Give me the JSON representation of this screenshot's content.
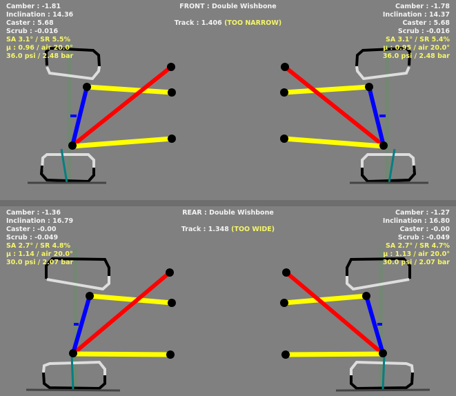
{
  "front": {
    "title": "FRONT : Double Wishbone",
    "track_label": "Track : 1.406",
    "track_status": "(TOO NARROW)",
    "left": {
      "camber": "Camber : -1.81",
      "inclination": "Inclination : 14.36",
      "caster": "Caster : 5.68",
      "scrub": "Scrub : -0.016",
      "slip": "SA 3.1° / SR 5.5%",
      "grip": "μ : 0.96 / air 20.0°",
      "pressure": "36.0 psi / 2.48 bar"
    },
    "right": {
      "camber": "Camber : -1.78",
      "inclination": "Inclination : 14.37",
      "caster": "Caster : 5.68",
      "scrub": "Scrub : -0.016",
      "slip": "SA 3.1° / SR 5.4%",
      "grip": "μ : 0.95 / air 20.0°",
      "pressure": "36.0 psi / 2.48 bar"
    }
  },
  "rear": {
    "title": "REAR : Double Wishbone",
    "track_label": "Track : 1.348",
    "track_status": "(TOO WIDE)",
    "left": {
      "camber": "Camber : -1.36",
      "inclination": "Inclination : 16.79",
      "caster": "Caster : -0.00",
      "scrub": "Scrub : -0.049",
      "slip": "SA 2.7° / SR 4.8%",
      "grip": "μ : 1.14 / air 20.0°",
      "pressure": "30.0 psi / 2.07 bar"
    },
    "right": {
      "camber": "Camber : -1.27",
      "inclination": "Inclination : 16.80",
      "caster": "Caster : -0.00",
      "scrub": "Scrub : -0.049",
      "slip": "SA 2.7° / SR 4.7%",
      "grip": "μ : 1.13 / air 20.0°",
      "pressure": "30.0 psi / 2.07 bar"
    }
  },
  "colors": {
    "upper_arm": "#ffff00",
    "lower_arm": "#ffff00",
    "steering_rod": "#ff0000",
    "upright": "#0000ff",
    "joint": "#000000",
    "tire_contact": "#008080"
  }
}
